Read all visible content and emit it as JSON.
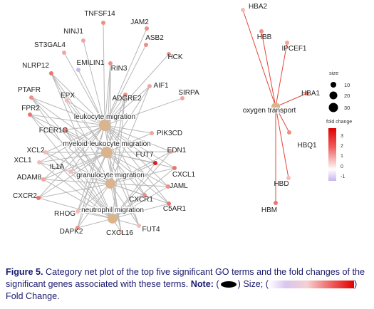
{
  "legend": {
    "size_title": "size",
    "size_labels": [
      "10",
      "20",
      "30"
    ],
    "fc_title": "fold change",
    "fc_labels": [
      "3",
      "2",
      "1",
      "0",
      "-1"
    ]
  },
  "caption": {
    "figure_label": "Figure 5.",
    "text1": "Category net plot of the top five significant GO terms and the fold changes of the significant genes associated with these terms.",
    "note_label": "Note:",
    "size_label": "Size; (",
    "fc_label": ") Fold Change."
  },
  "network": {
    "categories": [
      {
        "id": "leuk",
        "label": "leukocyte migration"
      },
      {
        "id": "myel",
        "label": "myeloid leukocyte migration"
      },
      {
        "id": "gran",
        "label": "granulocyte migration"
      },
      {
        "id": "neut",
        "label": "neutrophil migration"
      },
      {
        "id": "oxy",
        "label": "oxygen transport"
      }
    ],
    "genes": [
      {
        "label": "TNFSF14",
        "color": "#ee8e85"
      },
      {
        "label": "NINJ1",
        "color": "#f1a59e"
      },
      {
        "label": "JAM2",
        "color": "#ee8e85"
      },
      {
        "label": "ST3GAL4",
        "color": "#f1a59e"
      },
      {
        "label": "ASB2",
        "color": "#ee8e85"
      },
      {
        "label": "NLRP12",
        "color": "#e9766c"
      },
      {
        "label": "EMILIN1",
        "color": "#cbb8ec"
      },
      {
        "label": "RIN3",
        "color": "#ee8e85"
      },
      {
        "label": "HCK",
        "color": "#ee8e85"
      },
      {
        "label": "PTAFR",
        "color": "#ee8e85"
      },
      {
        "label": "AIF1",
        "color": "#f1a59e"
      },
      {
        "label": "EPX",
        "color": "#f4bcb6"
      },
      {
        "label": "ADGRE2",
        "color": "#ee8e85"
      },
      {
        "label": "SIRPA",
        "color": "#f1a59e"
      },
      {
        "label": "FPR2",
        "color": "#e9766c"
      },
      {
        "label": "FCER1G",
        "color": "#ee8e85"
      },
      {
        "label": "PIK3CD",
        "color": "#f1a59e"
      },
      {
        "label": "XCL2",
        "color": "#f4bcb6"
      },
      {
        "label": "EDN1",
        "color": "#f4bcb6"
      },
      {
        "label": "XCL1",
        "color": "#f4bcb6"
      },
      {
        "label": "FUT7",
        "color": "#e21c1c"
      },
      {
        "label": "IL1A",
        "color": "#f4bcb6"
      },
      {
        "label": "CXCL1",
        "color": "#e9766c"
      },
      {
        "label": "ADAM8",
        "color": "#f1a59e"
      },
      {
        "label": "JAML",
        "color": "#ee8e85"
      },
      {
        "label": "CXCR2",
        "color": "#e9766c"
      },
      {
        "label": "CXCR1",
        "color": "#ee8e85"
      },
      {
        "label": "C5AR1",
        "color": "#e9766c"
      },
      {
        "label": "RHOG",
        "color": "#f4bcb6"
      },
      {
        "label": "DAPK2",
        "color": "#ee8e85"
      },
      {
        "label": "FUT4",
        "color": "#f4bcb6"
      },
      {
        "label": "CXCL16",
        "color": "#f4bcb6"
      },
      {
        "label": "HBA2",
        "color": "#f4bcb6"
      },
      {
        "label": "HBB",
        "color": "#ee8e85"
      },
      {
        "label": "IPCEF1",
        "color": "#f1a59e"
      },
      {
        "label": "HBA1",
        "color": "#ee8e85"
      },
      {
        "label": "HBQ1",
        "color": "#ee8e85"
      },
      {
        "label": "HBD",
        "color": "#f4bcb6"
      },
      {
        "label": "HBM",
        "color": "#e9766c"
      }
    ]
  }
}
